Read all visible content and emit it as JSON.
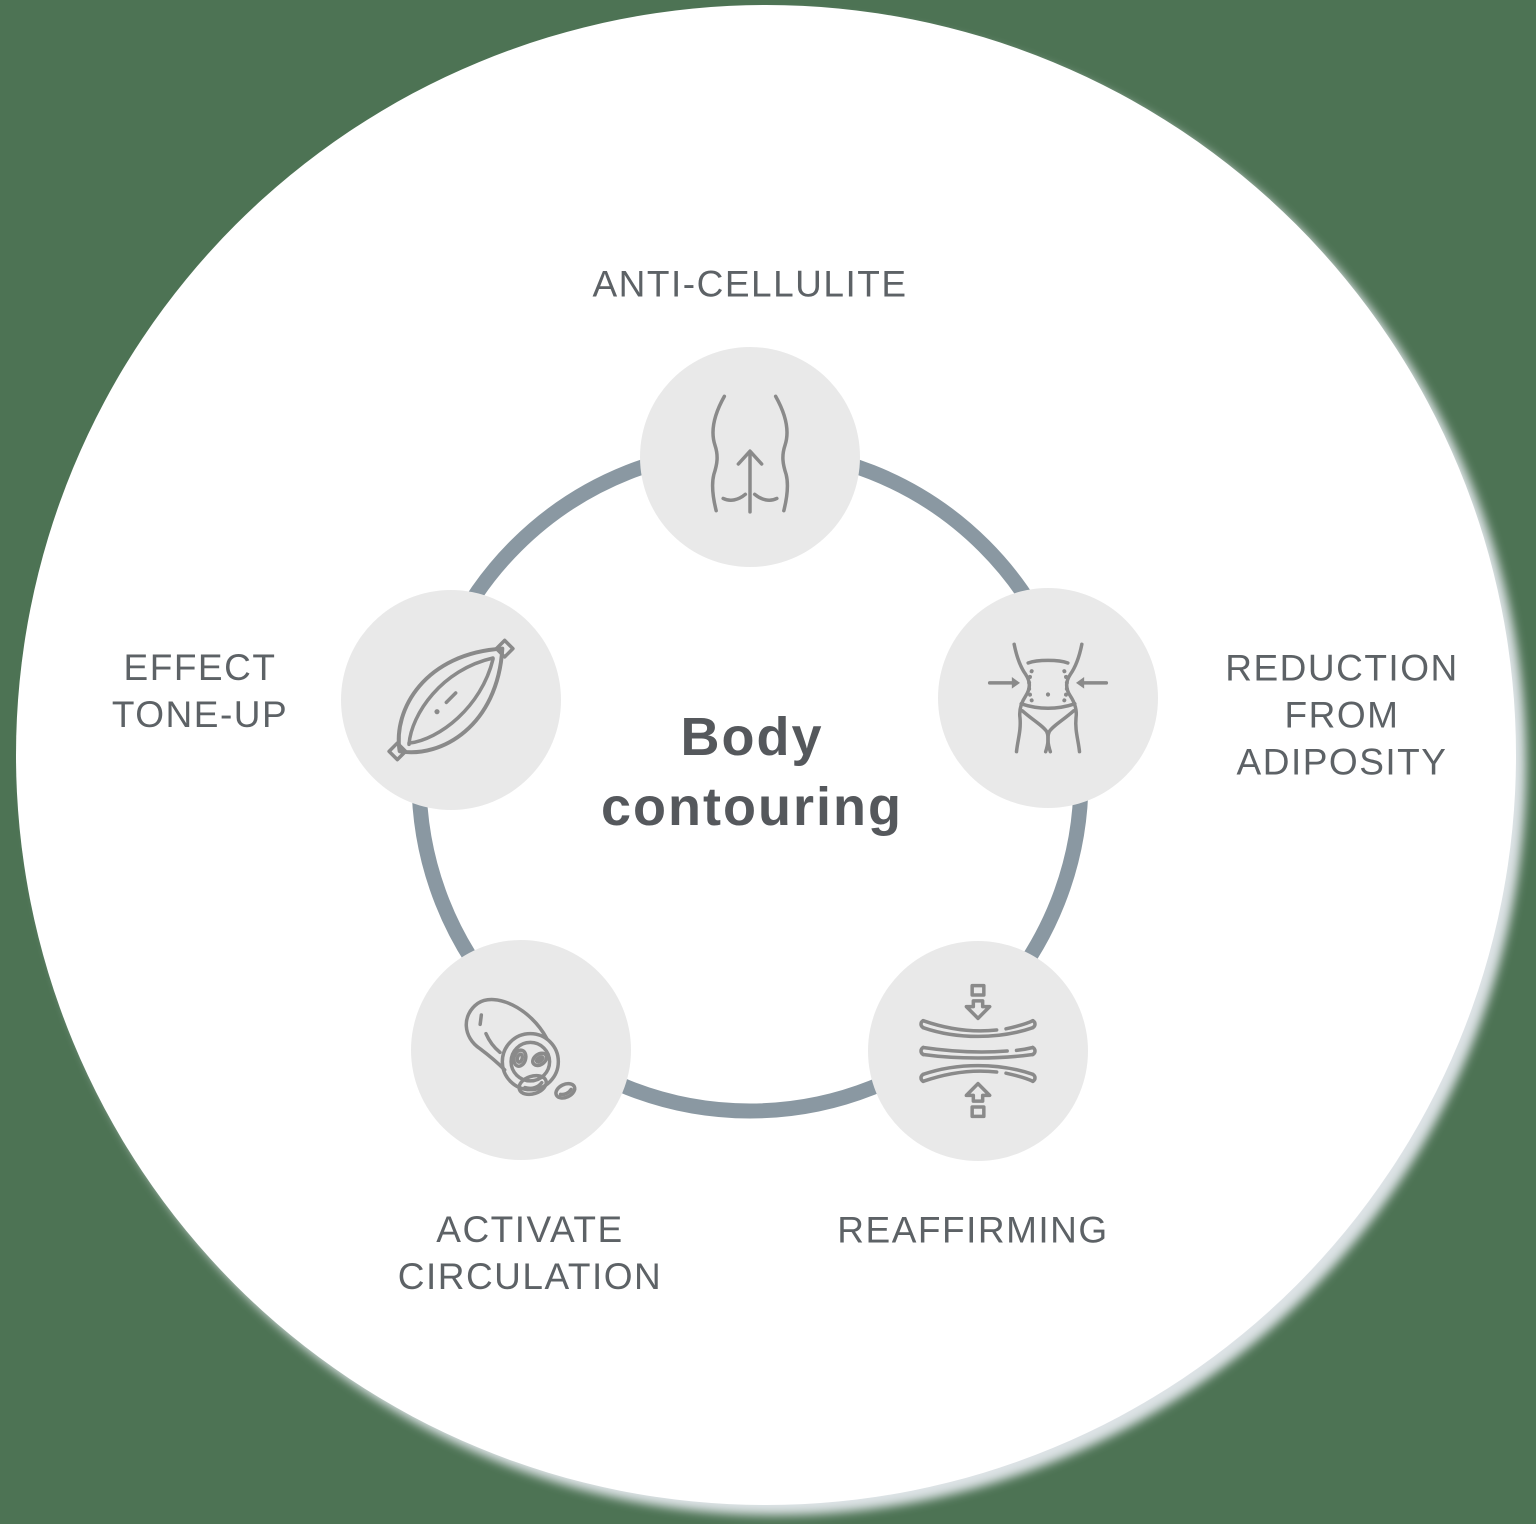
{
  "center": {
    "title": "Body\ncontouring"
  },
  "nodes": [
    {
      "id": "anti-cellulite",
      "label": "ANTI-CELLULITE",
      "icon": "buttocks-icon"
    },
    {
      "id": "reduction-from-adiposity",
      "label": "REDUCTION\nFROM\nADIPOSITY",
      "icon": "waist-slimming-icon"
    },
    {
      "id": "reaffirming",
      "label": "REAFFIRMING",
      "icon": "skin-layers-compression-icon"
    },
    {
      "id": "activate-circulation",
      "label": "ACTIVATE\nCIRCULATION",
      "icon": "blood-vessel-icon"
    },
    {
      "id": "effect-tone-up",
      "label": "EFFECT\nTONE-UP",
      "icon": "muscle-icon"
    }
  ],
  "colors": {
    "background": "#4d7354",
    "panel": "#ffffff",
    "panel_shadow": "#dde3e6",
    "ring": "#8a98a2",
    "node_fill": "#e9e9e9",
    "icon_stroke": "#8a8a8a",
    "label_text": "#5d6266",
    "title_text": "#55585c"
  }
}
